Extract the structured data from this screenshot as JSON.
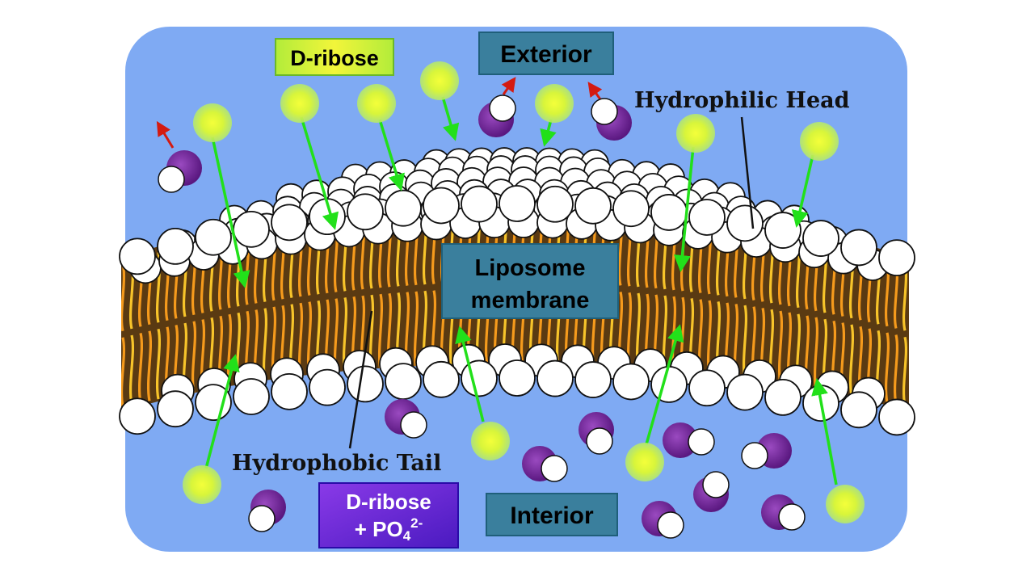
{
  "labels": {
    "exterior": "Exterior",
    "interior": "Interior",
    "d_ribose": "D-ribose",
    "liposome_line1": "Liposome",
    "liposome_line2": "membrane",
    "hydrophilic_head": "Hydrophilic Head",
    "hydrophobic_tail": "Hydrophobic Tail",
    "dribose_phosphate_line1": "D-ribose",
    "dribose_phosphate_line2": "+ PO",
    "phosphate_subscript": "4",
    "phosphate_superscript": "2-"
  },
  "colors": {
    "background_panel": "#7faaf3",
    "label_box": "#3a7f9d",
    "label_box_border": "#1f5f7a",
    "head_fill": "#ffffff",
    "tail_orange": "#f59a1c",
    "tail_yellow": "#f7c42a",
    "tail_dark": "#5a3a12",
    "ribose_glow": "#d8f53a",
    "green_arrow": "#22e01a",
    "red_arrow": "#d41a10",
    "phosphate_purple": "#7a2aa0",
    "dribose_label_bg": "#c8f030",
    "dribose_phosphate_bg": "#6a2ad8"
  }
}
